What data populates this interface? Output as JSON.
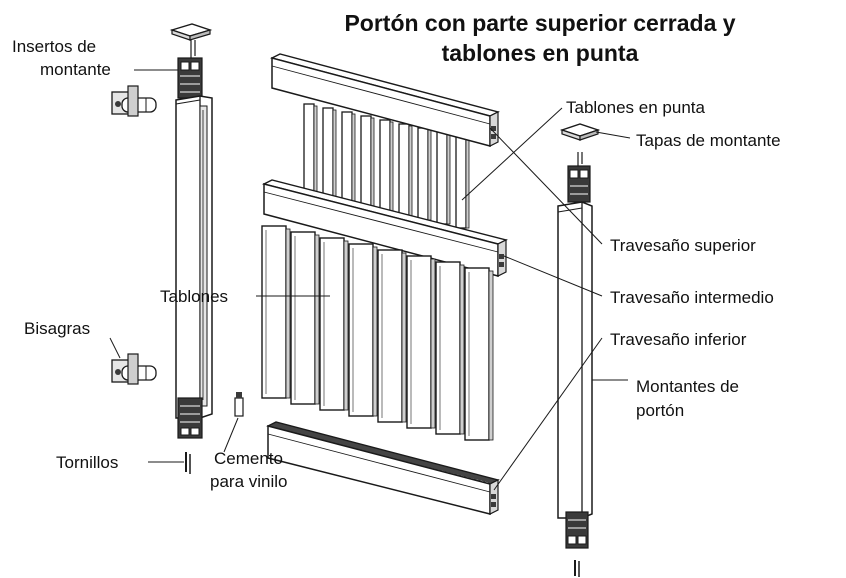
{
  "title": {
    "line1": "Portón con parte superior cerrada y",
    "line2": "tablones en punta"
  },
  "labels": {
    "post_inserts_1": "Insertos de",
    "post_inserts_2": "montante",
    "pointed_pickets": "Tablones en punta",
    "post_caps": "Tapas de montante",
    "top_rail": "Travesaño superior",
    "pickets": "Tablones",
    "middle_rail": "Travesaño intermedio",
    "hinges": "Bisagras",
    "bottom_rail": "Travesaño inferior",
    "gate_posts_1": "Montantes de",
    "gate_posts_2": "portón",
    "screws": "Tornillos",
    "cement_1": "Cemento",
    "cement_2": "para vinilo"
  },
  "colors": {
    "line": "#1a1a1a",
    "fill": "#ffffff",
    "shade": "#d9d9d9",
    "dark": "#3a3a3a"
  }
}
